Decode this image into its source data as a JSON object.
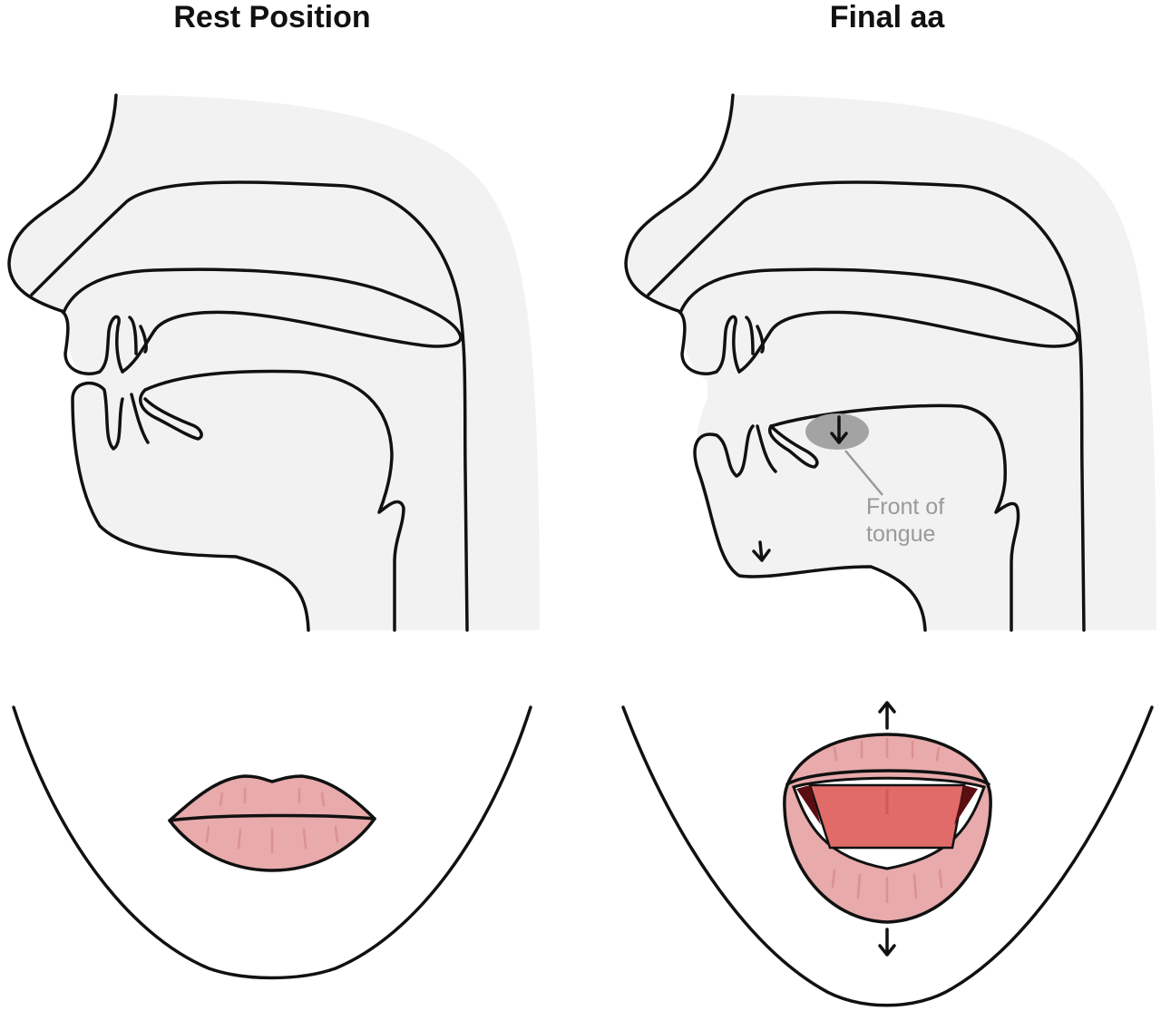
{
  "panels": [
    {
      "title": "Rest Position"
    },
    {
      "title": "Final aa",
      "annotation": {
        "line1": "Front of",
        "line2": "tongue"
      }
    }
  ],
  "colors": {
    "tissue": "#f2f2f2",
    "outline": "#111111",
    "lip": "#e8aaab",
    "tongue_mouth": "#e06b68",
    "highlight": "#a3a3a3",
    "label": "#9a9a9a"
  }
}
